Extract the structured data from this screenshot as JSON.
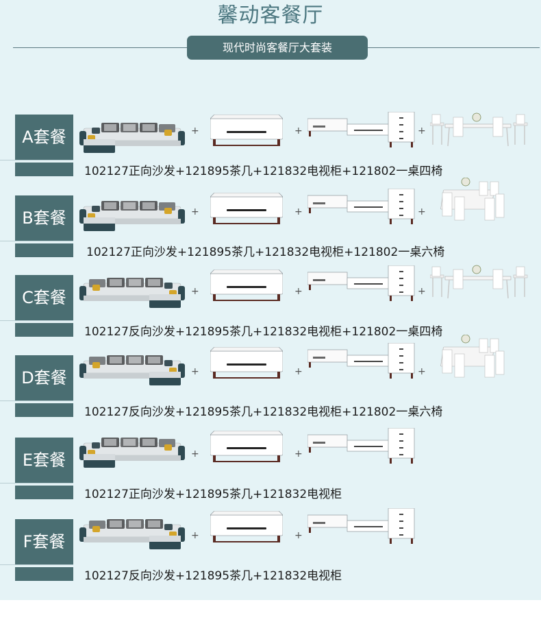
{
  "page": {
    "title": "馨动客餐厅",
    "subtitle": "现代时尚客餐厅大套装",
    "plus_symbol": "+"
  },
  "packages": [
    {
      "label": "A套餐",
      "description": "102127正向沙发+121895茶几+121832电视柜+121802一桌四椅"
    },
    {
      "label": "B套餐",
      "description": "102127正向沙发+121895茶几+121832电视柜+121802一桌六椅"
    },
    {
      "label": "C套餐",
      "description": "102127反向沙发+121895茶几+121832电视柜+121802一桌四椅"
    },
    {
      "label": "D套餐",
      "description": "102127反向沙发+121895茶几+121832电视柜+121802一桌六椅"
    },
    {
      "label": "E套餐",
      "description": "102127正向沙发+121895茶几+121832电视柜"
    },
    {
      "label": "F套餐",
      "description": "102127反向沙发+121895茶几+121832电视柜"
    }
  ],
  "icons": [
    "sofa-icon",
    "coffee-table-icon",
    "tv-cabinet-icon",
    "dining-set-icon"
  ]
}
